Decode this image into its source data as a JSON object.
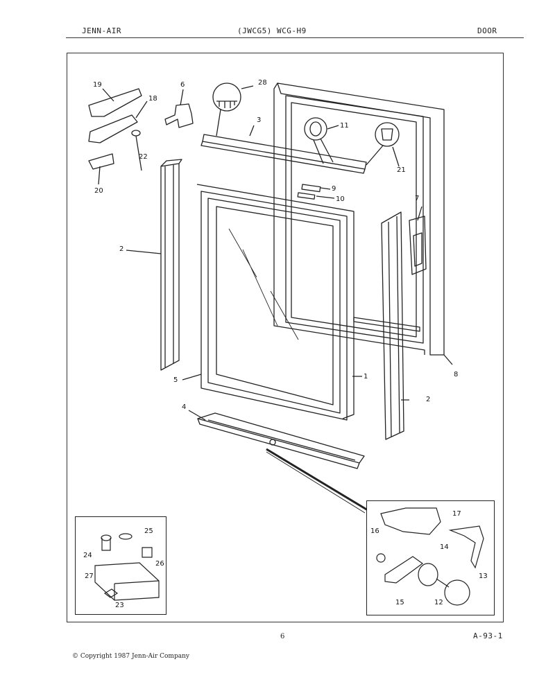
{
  "header": {
    "brand": "JENN-AIR",
    "model": "(JWCG5) WCG-H9",
    "section": "DOOR"
  },
  "footer": {
    "page_number": "6",
    "doc_code": "A-93-1",
    "copyright": "© Copyright 1987 Jenn-Air Company"
  },
  "callouts": {
    "c1": "1",
    "c2a": "2",
    "c2b": "2",
    "c3": "3",
    "c4": "4",
    "c5": "5",
    "c6": "6",
    "c7": "7",
    "c8": "8",
    "c9": "9",
    "c10": "10",
    "c11": "11",
    "c12": "12",
    "c13": "13",
    "c14": "14",
    "c15": "15",
    "c16": "16",
    "c17": "17",
    "c18": "18",
    "c19": "19",
    "c20": "20",
    "c21": "21",
    "c22": "22",
    "c23": "23",
    "c24": "24",
    "c25": "25",
    "c26": "26",
    "c27": "27",
    "c28": "28"
  }
}
